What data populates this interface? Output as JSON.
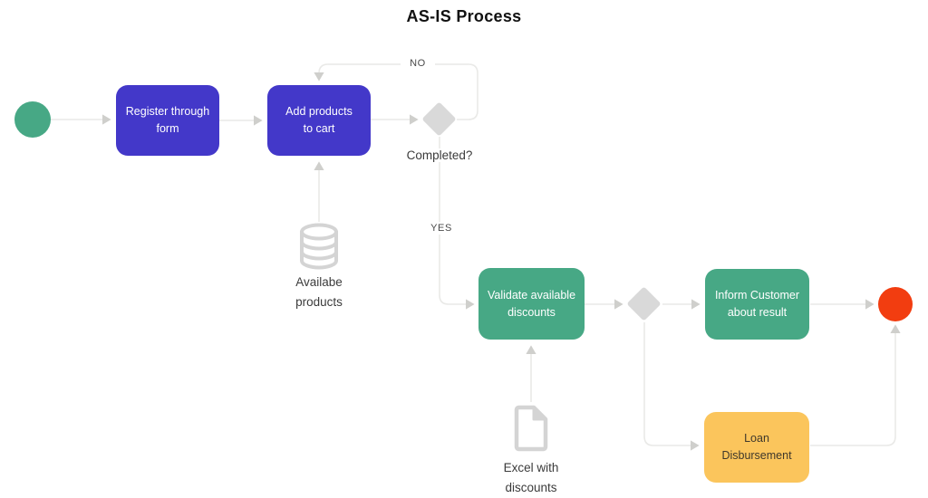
{
  "title": "AS-IS Process",
  "colors": {
    "task_purple": "#4338C9",
    "task_green": "#47A885",
    "task_yellow": "#FBC55C",
    "start_event": "#47A885",
    "end_event": "#F23D10",
    "gateway_gray": "#D9D9D9",
    "connector_gray": "#E9E9E7"
  },
  "nodes": {
    "start": {
      "type": "start-event"
    },
    "register": {
      "label": "Register through\nform"
    },
    "add_products": {
      "label": "Add products\nto cart"
    },
    "completed_decision": {
      "label": "Completed?"
    },
    "available_products": {
      "label": "Availabe\nproducts"
    },
    "validate_discounts": {
      "label": "Validate available\ndiscounts"
    },
    "excel_discounts": {
      "label": "Excel with\ndiscounts"
    },
    "inform_customer": {
      "label": "Inform Customer\nabout result"
    },
    "loan_disbursement": {
      "label": "Loan\nDisbursement"
    },
    "end": {
      "type": "end-event"
    }
  },
  "edge_labels": {
    "no": "NO",
    "yes": "YES"
  }
}
